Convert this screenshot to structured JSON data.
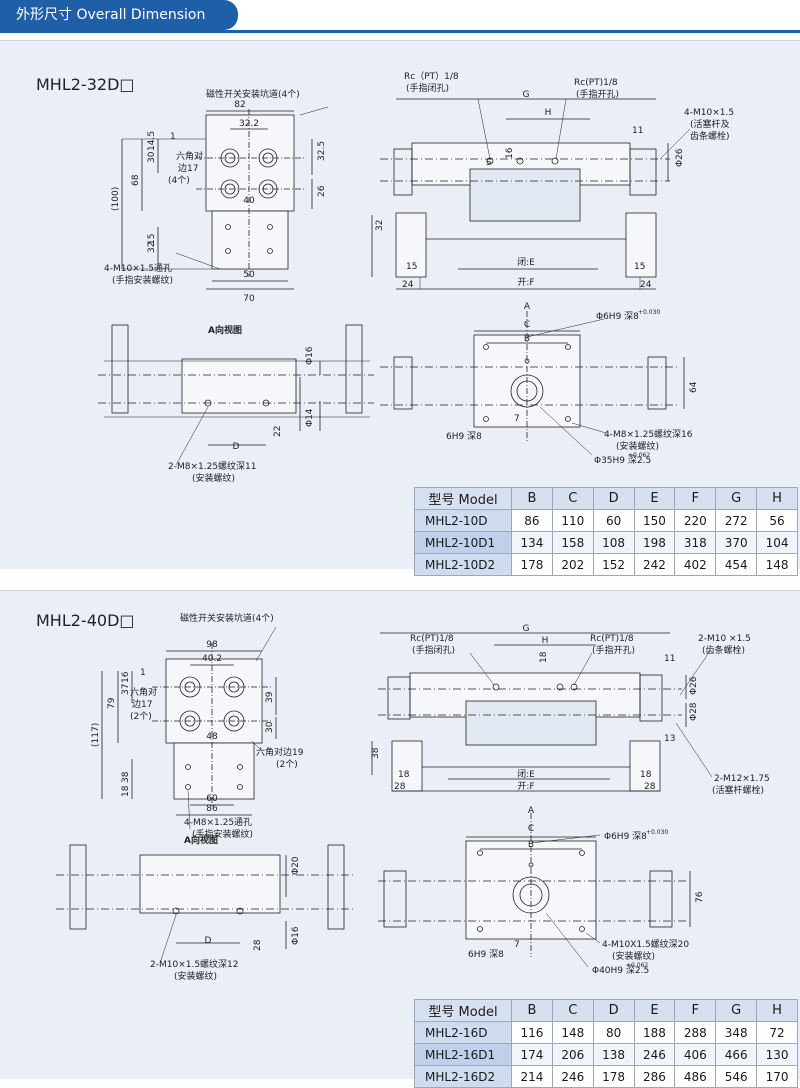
{
  "header": {
    "title": "外形尺寸 Overall Dimension"
  },
  "sections": [
    {
      "model": "MHL2-32D□",
      "labels": {
        "switch_groove": "磁性开关安装坑道(4个)",
        "hex_note1": "六角对",
        "hex_note2": "边17",
        "hex_note3": "(4个)",
        "mount_hole": "4-M10×1.5通孔",
        "mount_hole_note": "(手指安装螺纹)",
        "port_close": "Rc（PT）1/8",
        "port_close_note": "(手指闭孔)",
        "port_open": "Rc(PT)1/8",
        "port_open_note": "(手指开孔)",
        "rod_thread": "4-M10×1.5",
        "rod_thread_note1": "(活塞杆及",
        "rod_thread_note2": "齿条螺栓)",
        "close_dim": "闭:E",
        "open_dim": "开:F",
        "view_a": "A向视图",
        "bottom_screw": "2-M8×1.25螺纹深11",
        "bottom_screw_note": "(安装螺纹)",
        "pin_hole": "Φ6H9 深8",
        "pin_hole_tol": "+0.030",
        "pin_hole2": "6H9 深8",
        "side_screw": "4-M8×1.25螺纹深16",
        "side_screw_note": "(安装螺纹)",
        "bore": "Φ35H9 深2.5",
        "bore_tol": "+0.062",
        "dims": {
          "d82": "82",
          "d32_2": "32.2",
          "d1": "1",
          "d14_5": "14.5",
          "d16": "16",
          "d30": "30",
          "d68": "68",
          "d100": "(100)",
          "d32": "32",
          "d15": "15",
          "d40": "40",
          "d50": "50",
          "d70": "70",
          "d32_5": "32.5",
          "d26": "26",
          "G": "G",
          "H": "H",
          "d11": "11",
          "phi26": "Φ26",
          "d24": "24",
          "phi16": "Φ16",
          "phi14": "Φ14",
          "d22": "22",
          "D": "D",
          "A": "A",
          "C": "C",
          "B": "B",
          "d64": "64",
          "d7": "7",
          "s": "S"
        }
      },
      "table": {
        "headers": [
          "型号 Model",
          "B",
          "C",
          "D",
          "E",
          "F",
          "G",
          "H"
        ],
        "rows": [
          [
            "MHL2-10D",
            "86",
            "110",
            "60",
            "150",
            "220",
            "272",
            "56"
          ],
          [
            "MHL2-10D1",
            "134",
            "158",
            "108",
            "198",
            "318",
            "370",
            "104"
          ],
          [
            "MHL2-10D2",
            "178",
            "202",
            "152",
            "242",
            "402",
            "454",
            "148"
          ]
        ]
      }
    },
    {
      "model": "MHL2-40D□",
      "labels": {
        "switch_groove": "磁性开关安装坑道(4个)",
        "hex_note1": "六角对",
        "hex_note2": "边17",
        "hex_note3": "(2个)",
        "hex19": "六角对边19",
        "hex19_note": "(2个)",
        "mount_hole": "4-M8×1.25通孔",
        "mount_hole_note": "(手指安装螺纹)",
        "port_close": "Rc(PT)1/8",
        "port_close_note": "(手指闭孔)",
        "port_open": "Rc(PT)1/8",
        "port_open_note": "(手指开孔)",
        "rod_thread": "2-M10 ×1.5",
        "rod_thread_note": "(齿条螺栓)",
        "rod_thread2": "2-M12×1.75",
        "rod_thread2_note": "(活塞杆螺栓)",
        "close_dim": "闭:E",
        "open_dim": "开:F",
        "view_a": "A向视图",
        "bottom_screw": "2-M10×1.5螺纹深12",
        "bottom_screw_note": "(安装螺纹)",
        "pin_hole": "Φ6H9 深8",
        "pin_hole_tol": "+0.030",
        "pin_hole2": "6H9 深8",
        "side_screw": "4-M10X1.5螺纹深20",
        "side_screw_note": "(安装螺纹)",
        "bore": "Φ40H9 深2.5",
        "bore_tol": "+0.062",
        "dims": {
          "d98": "98",
          "d40_2": "40.2",
          "d1": "1",
          "d16": "16",
          "d30": "30",
          "d37": "37",
          "d79": "79",
          "d117": "(117)",
          "d38": "38",
          "d18": "18",
          "d48": "48",
          "d60": "60",
          "d86": "86",
          "d39": "39",
          "G": "G",
          "H": "H",
          "d11": "11",
          "phi26": "Φ26",
          "phi28": "Φ28",
          "d13": "13",
          "d28": "28",
          "phi20": "Φ20",
          "phi16": "Φ16",
          "D": "D",
          "A": "A",
          "C": "C",
          "B": "B",
          "d76": "76",
          "d7": "7"
        }
      },
      "table": {
        "headers": [
          "型号 Model",
          "B",
          "C",
          "D",
          "E",
          "F",
          "G",
          "H"
        ],
        "rows": [
          [
            "MHL2-16D",
            "116",
            "148",
            "80",
            "188",
            "288",
            "348",
            "72"
          ],
          [
            "MHL2-16D1",
            "174",
            "206",
            "138",
            "246",
            "406",
            "466",
            "130"
          ],
          [
            "MHL2-16D2",
            "214",
            "246",
            "178",
            "286",
            "486",
            "546",
            "170"
          ]
        ]
      }
    }
  ]
}
